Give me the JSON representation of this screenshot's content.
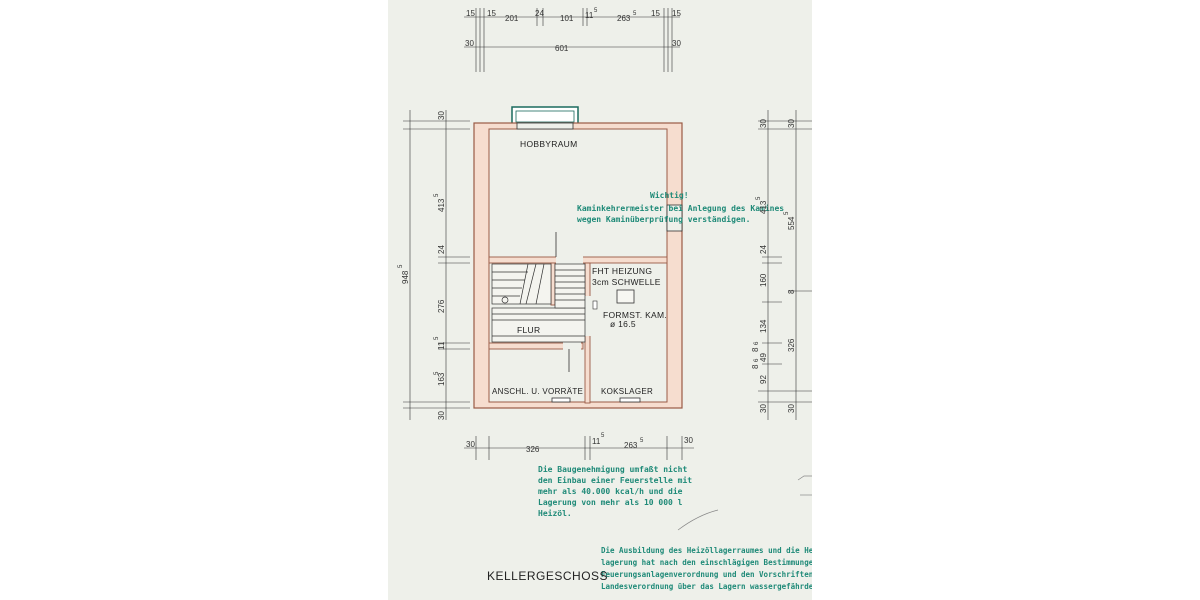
{
  "rooms": {
    "hobbyraum": "HOBBYRAUM",
    "heizung_line1": "FHT HEIZUNG",
    "heizung_line2": "3cm SCHWELLE",
    "kamin_line1": "FORMST. KAM.",
    "kamin_line2": "ø 16.5",
    "flur": "FLUR",
    "anschl": "ANSCHL. U. VORRÄTE",
    "kokslager": "KOKSLAGER"
  },
  "top_dims": {
    "row1": [
      "15",
      "15",
      "201",
      "24",
      "101",
      "11",
      "5",
      "263",
      "5",
      "15",
      "15"
    ],
    "row2": [
      "30",
      "601",
      "30"
    ]
  },
  "left_dims": [
    "30",
    "413",
    "5",
    "24",
    "276",
    "11",
    "5",
    "163",
    "5",
    "30"
  ],
  "left_total": [
    "948",
    "5"
  ],
  "bottom_dims": [
    "30",
    "326",
    "11",
    "5",
    "263",
    "5",
    "30"
  ],
  "right_dims_outer": [
    "30",
    "554",
    "5",
    "8",
    "326",
    "30"
  ],
  "right_dims_inner": [
    "30",
    "413",
    "5",
    "24",
    "160",
    "134",
    "8",
    "6",
    "49",
    "8",
    "6",
    "92",
    "30"
  ],
  "stamp_top": {
    "line1": "Wichtig!",
    "line2": "Kaminkehrermeister bei Anlegung des Kamines",
    "line3": "wegen Kaminüberprüfung verständigen."
  },
  "stamp_middle": [
    "Die Baugenehmigung umfaßt nicht",
    "den Einbau einer Feuerstelle mit",
    "mehr als 40.000 kcal/h und die",
    "Lagerung von mehr als 10 000 l",
    "Heizöl."
  ],
  "stamp_bottom": [
    "Die Ausbildung des Heizöllagerraumes und die Hei",
    "lagerung hat nach den einschlägigen Bestimmungen",
    "Feuerungsanlagenverordnung und den Vorschriften",
    "Landesverordnung über das Lagern wassergefährden"
  ],
  "title": "KELLERGESCHOSS",
  "colors": {
    "paper": "#eef0ea",
    "wall": "#f6ddcf",
    "wall_line": "#9a5a45",
    "stamp": "#1f8a78",
    "ink": "#333333"
  }
}
